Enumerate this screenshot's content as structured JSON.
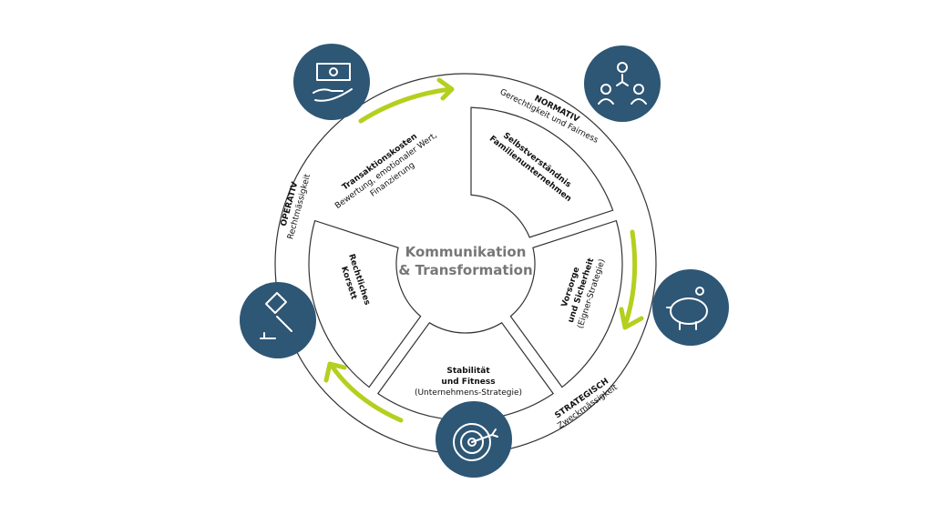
{
  "center": {
    "line1": "Kommunikation",
    "line2": "& Transformation"
  },
  "segments": [
    {
      "title": "Selbstverständnis",
      "title2": "Familienunternehmen"
    },
    {
      "title": "Vorsorge",
      "title2": "und Sicherheit",
      "sub": "(Eigner-Strategie)"
    },
    {
      "title": "Stabilität",
      "title2": "und Fitness",
      "sub": "(Unternehmens-Strategie)"
    },
    {
      "title": "Rechtliches",
      "title2": "Korsett"
    },
    {
      "title": "Transaktionskosten",
      "sub": "Bewertung, emotionaler Wert,",
      "sub2": "Finanzierung"
    }
  ],
  "dimensions": {
    "normativ": {
      "title": "NORMATIV",
      "sub": "Gerechtigkeit und Fairness"
    },
    "strategisch": {
      "title": "STRATEGISCH",
      "sub": "Zweckmässigkeit"
    },
    "operativ": {
      "title": "OPERATIV",
      "sub": "Rechtmässigkeit"
    }
  },
  "icons": [
    "money-hand-icon",
    "organization-icon",
    "piggy-bank-icon",
    "target-icon",
    "gavel-icon"
  ],
  "colors": {
    "circle": "#2e5675",
    "arrow": "#b5cf1e"
  }
}
